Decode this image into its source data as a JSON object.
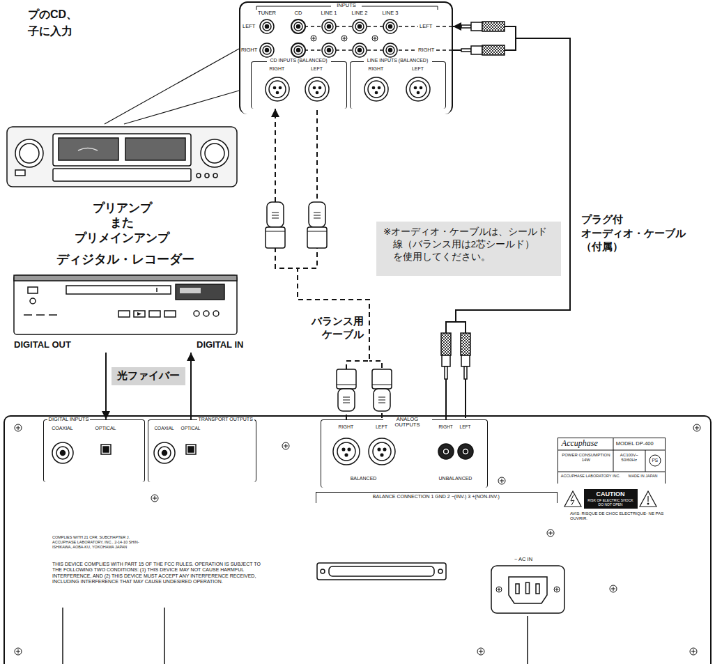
{
  "diagram": {
    "nodes": [
      {
        "text": [
          "INPUTS",
          "TUNER",
          "CD",
          "LINE 1",
          "LINE 2",
          "LINE 3",
          "LEFT",
          "RIGHT",
          "LEFT",
          "RIGHT"
        ]
      },
      {
        "text": [
          "CD INPUTS (BALANCED)",
          "RIGHT",
          "LEFT"
        ],
        "in": 0
      },
      {
        "text": [
          "LINE INPUTS (BALANCED)",
          "RIGHT",
          "LEFT"
        ],
        "in": 0
      },
      {
        "text": [
          "プリアンプ また プリメインアンプ"
        ]
      },
      {
        "text": [
          "※オーディオ・ケーブルは、シールド 線（バランス用は2芯シールド） を使用してください。"
        ]
      },
      {
        "text": [
          "ディジタル・レコーダー",
          "DIGITAL OUT",
          "DIGITAL IN"
        ]
      },
      {
        "text": [
          "光ファイバー"
        ]
      },
      {
        "text": [
          "COMPLIES WITH 21 CFR, SUBCHAPTER J. ACCUPHASE LABORATORY, INC., 2-14-10 SHIN-ISHIKAWA, AOBA-KU, YOKOHAMA JAPAN",
          "THIS DEVICE COMPLIES WITH PART 15 OF THE FCC RULES. OPERATION IS SUBJECT TO THE FOLLOWING TWO CONDITIONS: (1) THIS DEVICE MAY NOT CAUSE HARMFUL INTERFERENCE, AND (2) THIS DEVICE MUST ACCEPT ANY INTERFERENCE RECEIVED, INCLUDING INTERFERENCE THAT MAY CAUSE UNDESIRED OPERATION."
        ]
      },
      {
        "text": [
          "DIGITAL INPUTS",
          "COAXIAL",
          "OPTICAL"
        ],
        "in": 7
      },
      {
        "text": [
          "TRANSPORT OUTPUTS",
          "COAXIAL",
          "OPTICAL"
        ],
        "in": 7
      },
      {
        "text": [
          "ANALOG OUTPUTS",
          "RIGHT",
          "LEFT",
          "RIGHT",
          "LEFT",
          "BALANCED",
          "UNBALANCED"
        ],
        "in": 7
      },
      {
        "text": [
          "BALANCE CONNECTION 1 GND 2 −(INV.) 3 +(NON-INV.)"
        ],
        "in": 7
      },
      {
        "text": [
          "Accuphase",
          "MODEL DP-400",
          "POWER CONSUMPTION 14W",
          "AC100V~ 50/60Hz",
          "PS",
          "ACCUPHASE LABORATORY INC.",
          "MADE IN JAPAN"
        ],
        "in": 7
      },
      {
        "text": [
          "CAUTION",
          "RISK OF ELECTRIC SHOCK DO NOT OPEN"
        ],
        "in": 7
      }
    ],
    "edges": [
      {
        "from": 5,
        "to": 8,
        "arrow": "to"
      },
      {
        "from": 9,
        "to": 5,
        "arrow": "to"
      },
      {
        "from": 10,
        "to": 1,
        "arrow": "to",
        "label": "バランス用 ケーブル"
      },
      {
        "from": 10,
        "to": 0,
        "arrow": "to",
        "label": "プラグ付 オーディオ・ケーブル （付属）"
      }
    ],
    "labels": [
      "プのCD、",
      "子に入力",
      "AVIS: RISQUE DE CHOC ELECTRIQUE- NE PAS OUVRIR.",
      "~ AC IN"
    ]
  }
}
